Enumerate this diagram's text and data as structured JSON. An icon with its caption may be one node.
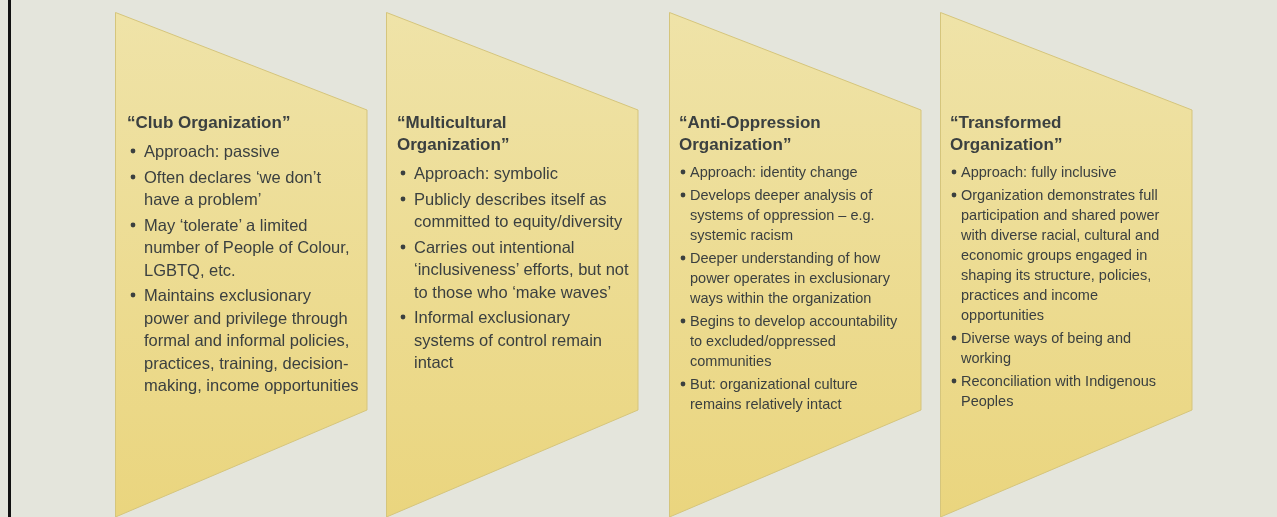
{
  "diagram": {
    "nodes": [
      {
        "text": [
          "“Club Organization”",
          "Approach: passive",
          "Often declares ‘we don’t have a problem’",
          "May ‘tolerate’ a limited number of People of Colour, LGBTQ, etc.",
          "Maintains exclusionary power and privilege through formal and informal policies, practices, training, decision-making,  income opportunities"
        ]
      },
      {
        "text": [
          "“Multicultural Organization”",
          "Approach: symbolic",
          "Publicly describes itself as committed to equity/diversity",
          "Carries out intentional ‘inclusiveness’ efforts, but not to those who ‘make waves’",
          "Informal exclusionary systems of control remain intact"
        ]
      },
      {
        "text": [
          "“Anti-Oppression Organization”",
          "Approach: identity change",
          "Develops deeper analysis of systems of oppression – e.g. systemic racism",
          "Deeper understanding of how power operates in exclusionary ways within the organization",
          "Begins to develop accountability to excluded/oppressed communities",
          "But: organizational culture remains relatively intact"
        ]
      },
      {
        "text": [
          "“Transformed Organization”",
          "Approach: fully inclusive",
          "Organization demonstrates full participation and shared power with diverse racial, cultural and economic groups engaged in shaping its structure, policies, practices and income opportunities",
          "Diverse ways of being and working",
          "Reconciliation with Indigenous Peoples"
        ]
      }
    ]
  }
}
